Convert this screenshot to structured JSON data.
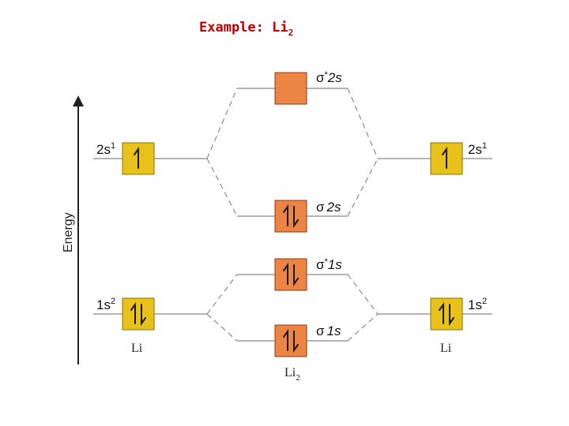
{
  "title": {
    "text": "Example: Li",
    "subscript": "2"
  },
  "axis": {
    "label": "Energy"
  },
  "colors": {
    "atomic_box": "#e8c21a",
    "molecular_box": "#ec8444",
    "title": "#c00000"
  },
  "atoms": {
    "left": {
      "label": "Li"
    },
    "right": {
      "label": "Li"
    }
  },
  "molecule": {
    "label": "Li",
    "subscript": "2"
  },
  "atomic_orbitals": [
    {
      "id": "left-2s",
      "side": "left",
      "name": "2s",
      "superscript": "1",
      "electrons": 1
    },
    {
      "id": "left-1s",
      "side": "left",
      "name": "1s",
      "superscript": "2",
      "electrons": 2
    },
    {
      "id": "right-2s",
      "side": "right",
      "name": "2s",
      "superscript": "1",
      "electrons": 1
    },
    {
      "id": "right-1s",
      "side": "right",
      "name": "1s",
      "superscript": "2",
      "electrons": 2
    }
  ],
  "molecular_orbitals": [
    {
      "id": "sigma-star-2s",
      "symbol": "σ",
      "star": "*",
      "name": "2s",
      "electrons": 0
    },
    {
      "id": "sigma-2s",
      "symbol": "σ",
      "star": "",
      "name": "2s",
      "electrons": 2
    },
    {
      "id": "sigma-star-1s",
      "symbol": "σ",
      "star": "*",
      "name": "1s",
      "electrons": 2
    },
    {
      "id": "sigma-1s",
      "symbol": "σ",
      "star": "",
      "name": "1s",
      "electrons": 2
    }
  ]
}
